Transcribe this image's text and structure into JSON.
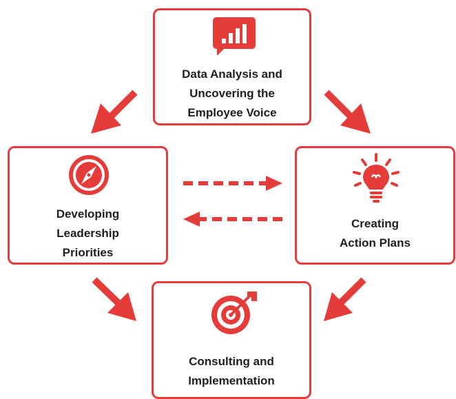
{
  "colors": {
    "accent": "#e53c3a",
    "text": "#1f1f1f",
    "background": "#ffffff"
  },
  "nodes": {
    "data_analysis": {
      "icon": "chat-bar-chart-icon",
      "lines": [
        "Data Analysis and",
        "Uncovering the",
        "Employee Voice"
      ]
    },
    "leadership": {
      "icon": "compass-icon",
      "lines": [
        "Developing",
        "Leadership",
        "Priorities"
      ]
    },
    "action_plans": {
      "icon": "light-bulb-icon",
      "lines": [
        "Creating",
        "Action Plans"
      ]
    },
    "consulting": {
      "icon": "target-arrow-icon",
      "lines": [
        "Consulting and",
        "Implementation"
      ]
    }
  },
  "connectors": [
    {
      "from": "data_analysis",
      "to": "leadership",
      "style": "solid"
    },
    {
      "from": "data_analysis",
      "to": "action_plans",
      "style": "solid"
    },
    {
      "from": "leadership",
      "to": "action_plans",
      "style": "dashed"
    },
    {
      "from": "action_plans",
      "to": "leadership",
      "style": "dashed"
    },
    {
      "from": "leadership",
      "to": "consulting",
      "style": "solid"
    },
    {
      "from": "action_plans",
      "to": "consulting",
      "style": "solid"
    }
  ]
}
